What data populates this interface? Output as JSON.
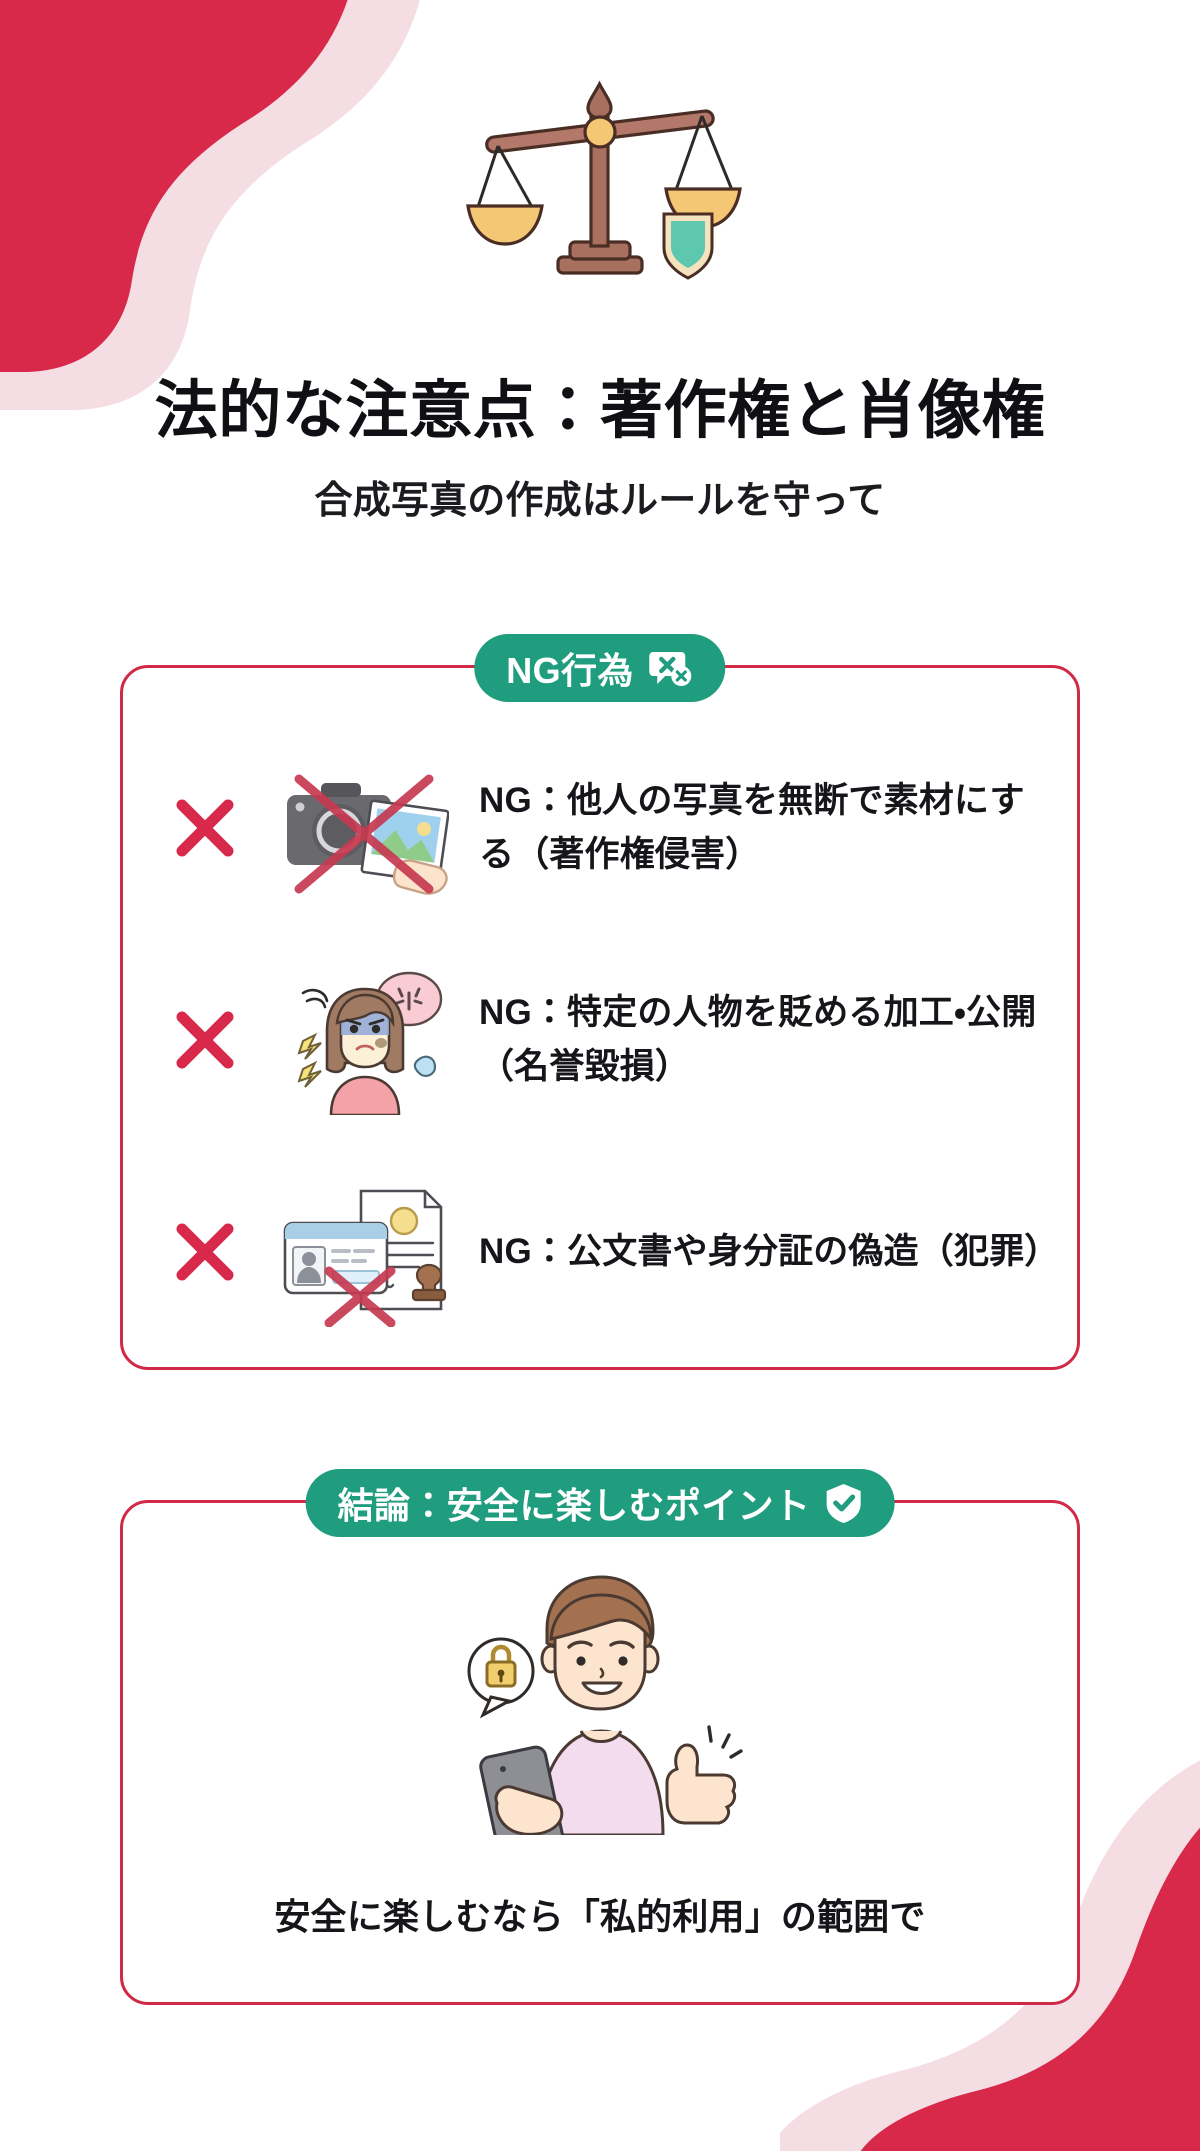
{
  "header": {
    "title": "法的な注意点：著作権と肖像権",
    "subtitle": "合成写真の作成はルールを守って",
    "hero_icon": "balance-scales-with-shield-illustration"
  },
  "ng_section": {
    "badge_label": "NG行為",
    "badge_icon": "speech-bubble-x-icon",
    "items": [
      {
        "mark": "red-cross-mark",
        "illustration": "camera-and-photo-in-hand-crossed-out",
        "text": "NG：他人の写真を無断で素材にする（著作権侵害）"
      },
      {
        "mark": "red-cross-mark",
        "illustration": "upset-woman-with-anger-speech-bubble",
        "text": "NG：特定の人物を貶める加工・公開（名誉毀損）"
      },
      {
        "mark": "red-cross-mark",
        "illustration": "id-card-and-official-document-crossed-out",
        "text": "NG：公文書や身分証の偽造（犯罪）"
      }
    ]
  },
  "safe_section": {
    "badge_label": "結論：安全に楽しむポイント",
    "badge_icon": "shield-check-icon",
    "illustration": "smiling-man-with-smartphone-thumbs-up-and-lock-bubble",
    "caption": "安全に楽しむなら「私的利用」の範囲で"
  },
  "colors": {
    "accent_red": "#d8294a",
    "accent_red_soft": "#f4dde3",
    "badge_green": "#1f9d7e",
    "card_border": "#d02a48",
    "text_dark": "#15151a",
    "scale_wood": "#9a6a5a",
    "scale_pan": "#f3c773",
    "shield_teal": "#5ec8ae",
    "page_background": "#ffffff"
  }
}
